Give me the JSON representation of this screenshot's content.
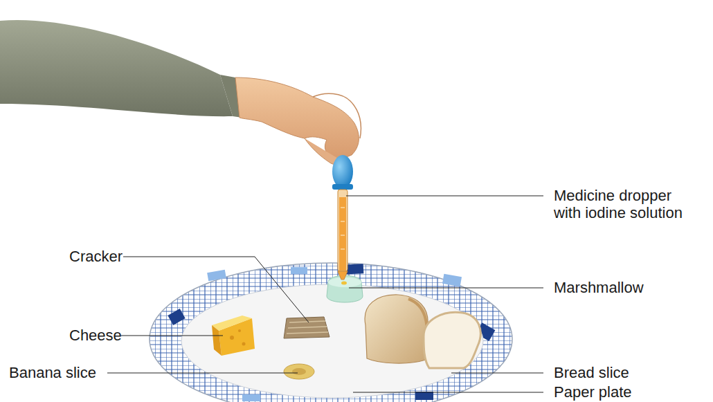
{
  "diagram": {
    "labels": [
      "Medicine dropper with iodine solution",
      "Cracker",
      "Marshmallow",
      "Cheese",
      "Bread slice",
      "Banana slice",
      "Paper plate"
    ]
  }
}
